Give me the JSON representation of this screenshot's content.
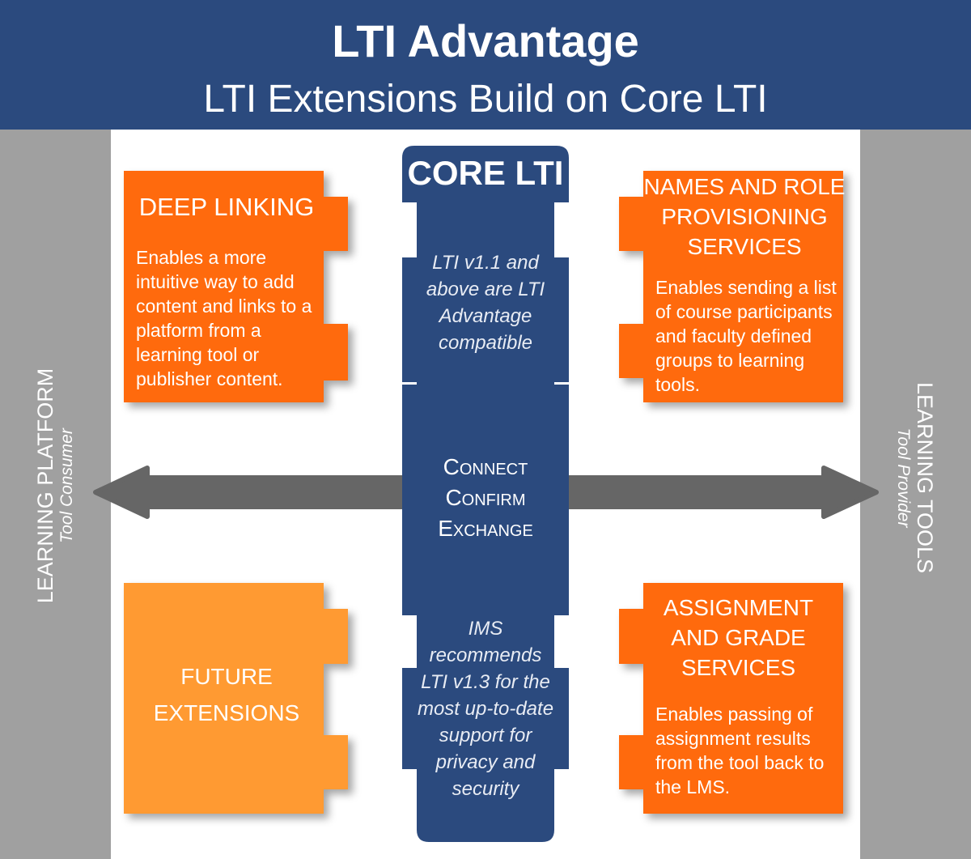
{
  "header": {
    "title": "LTI Advantage",
    "subtitle": "LTI Extensions Build on Core LTI"
  },
  "left": {
    "title": "LEARNING PLATFORM",
    "subtitle": "Tool Consumer"
  },
  "right": {
    "title": "LEARNING TOOLS",
    "subtitle": "Tool Provider"
  },
  "core": {
    "title": "CORE LTI",
    "note1": "LTI v1.1 and above are LTI Advantage compatible",
    "steps": [
      "Connect",
      "Confirm",
      "Exchange"
    ],
    "note2": "IMS recommends LTI v1.3 for the most up-to-date support for privacy and security"
  },
  "deep_linking": {
    "title": "DEEP LINKING",
    "desc": "Enables a more intuitive way to add content and links to a platform from a learning tool or publisher content."
  },
  "names_roles": {
    "title": "NAMES AND ROLE PROVISIONING SERVICES",
    "desc": "Enables sending a list of course participants and faculty defined groups to learning tools."
  },
  "future": {
    "title": "FUTURE EXTENSIONS"
  },
  "assignment": {
    "title": "ASSIGNMENT AND GRADE SERVICES",
    "desc": "Enables passing of assignment results from the tool back to the LMS."
  },
  "colors": {
    "blue": "#2b4a7e",
    "orange": "#ff6a0a",
    "light_orange": "#ff9a33",
    "gray": "#a0a0a0",
    "arrow": "#666666"
  }
}
